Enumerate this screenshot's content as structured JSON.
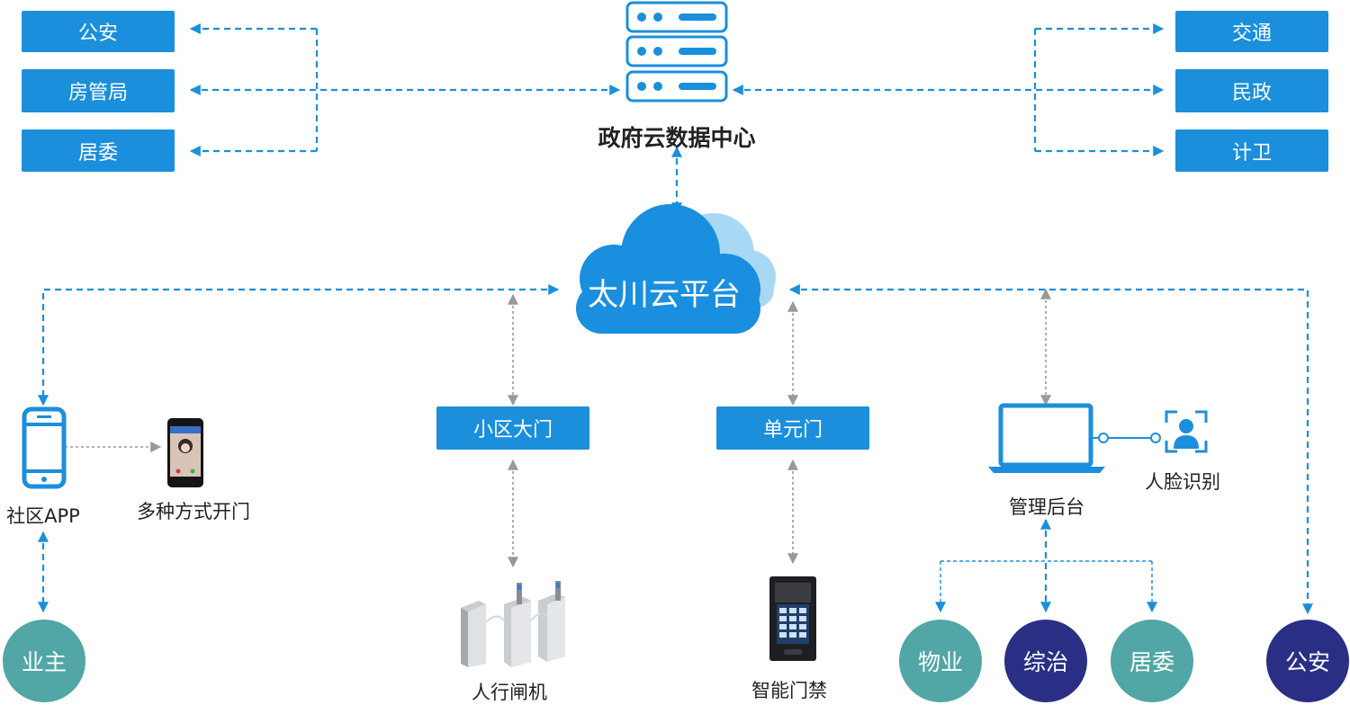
{
  "center": {
    "title": "政府云数据中心"
  },
  "left_agencies": [
    "公安",
    "房管局",
    "居委"
  ],
  "right_agencies": [
    "交通",
    "民政",
    "计卫"
  ],
  "cloud": {
    "label": "太川云平台"
  },
  "nodes": {
    "community_gate": "小区大门",
    "unit_door": "单元门",
    "app": "社区APP",
    "open_methods": "多种方式开门",
    "turnstile": "人行闸机",
    "access_control": "智能门禁",
    "admin": "管理后台",
    "face": "人脸识别"
  },
  "roles": {
    "owner": "业主",
    "property": "物业",
    "governance": "综治",
    "committee": "居委",
    "police": "公安"
  },
  "colors": {
    "box_blue": "#1b8fdb",
    "cloud_dark": "#1a8fe0",
    "cloud_light": "#a9d8f5",
    "teal": "#52a6a5",
    "navy": "#2a2f85",
    "arrow_blue": "#1b8fdb",
    "arrow_gray": "#999999"
  }
}
